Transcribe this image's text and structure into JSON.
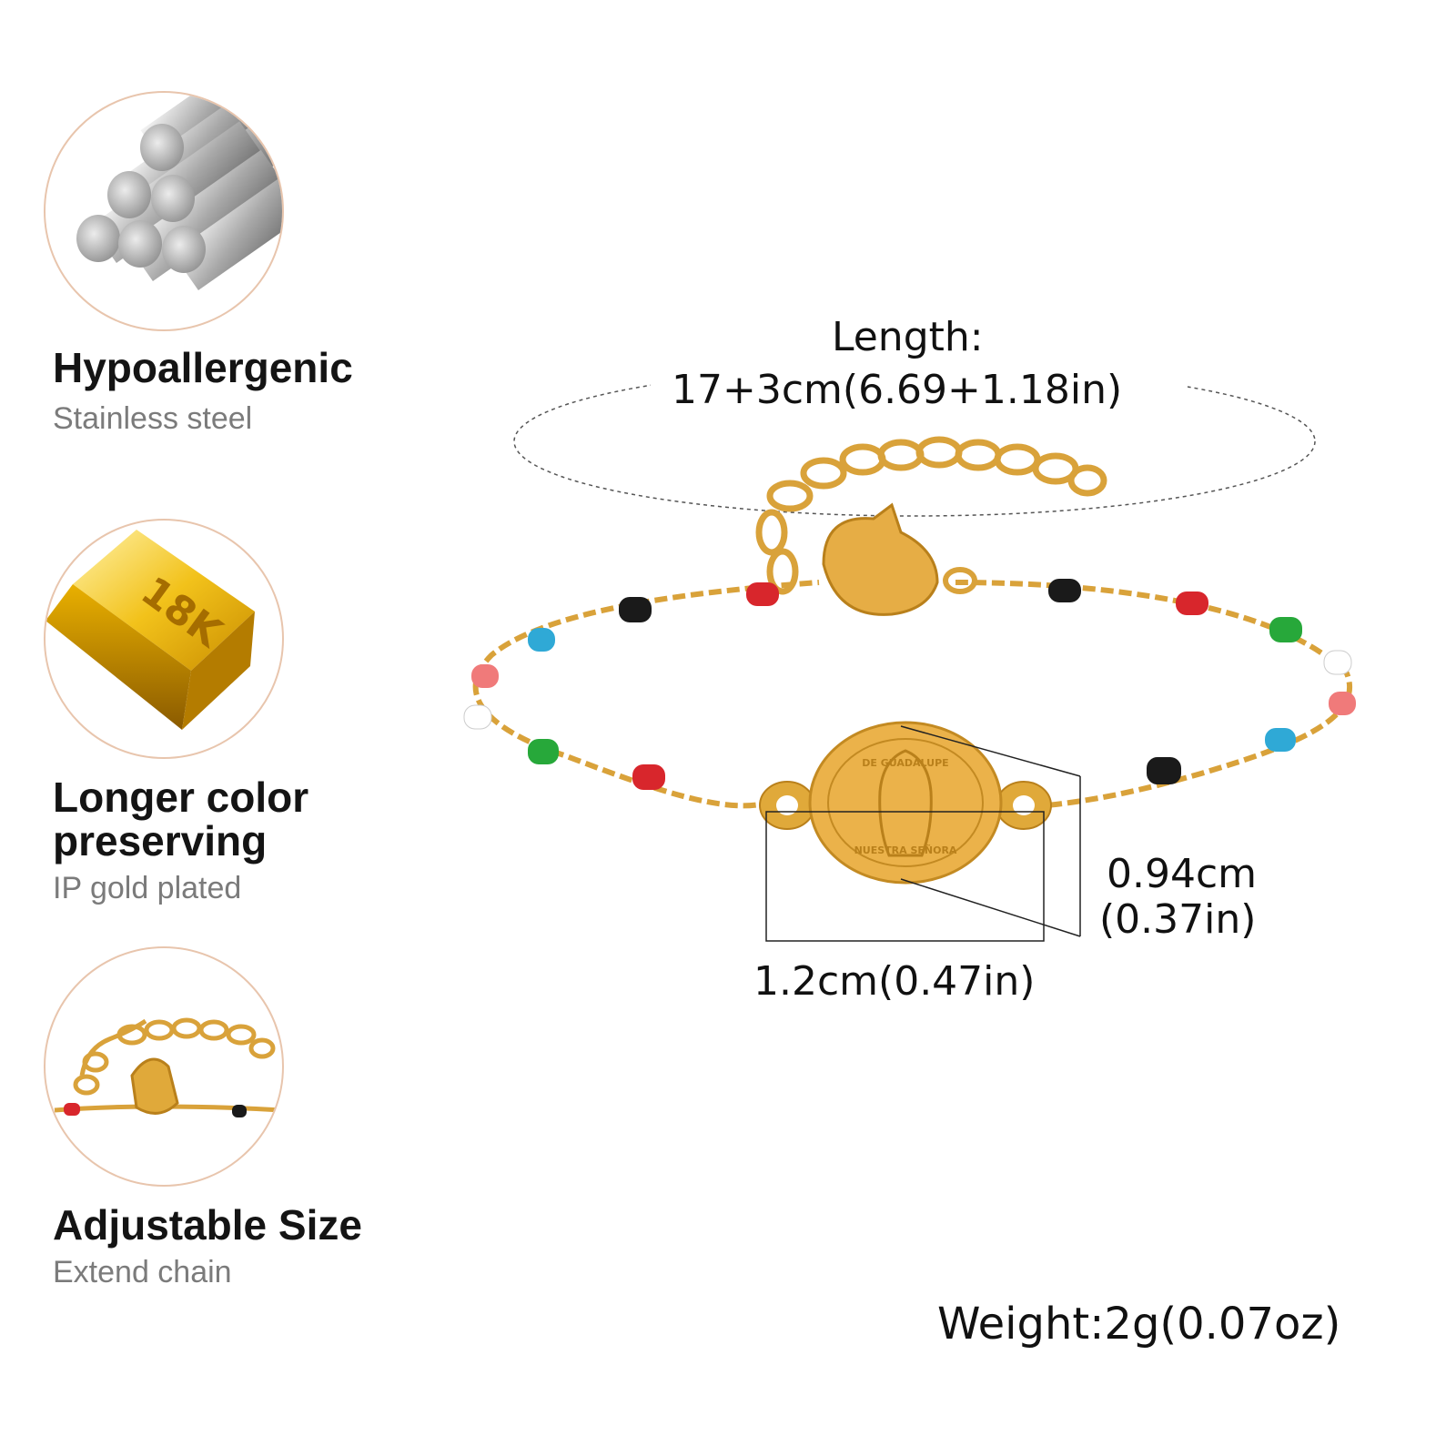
{
  "features": [
    {
      "title": "Hypoallergenic",
      "subtitle": "Stainless steel",
      "icon": "steel-rods-icon"
    },
    {
      "title": "Longer color preserving",
      "subtitle": "IP gold plated",
      "icon": "gold-bar-icon",
      "badge": "18K"
    },
    {
      "title": "Adjustable Size",
      "subtitle": "Extend chain",
      "icon": "extend-chain-icon"
    }
  ],
  "product": {
    "length_label": "Length:",
    "length_value": "17+3cm(6.69+1.18in)",
    "pendant_height": "0.94cm",
    "pendant_height_in": "(0.37in)",
    "pendant_width": "1.2cm(0.47in)",
    "weight": "Weight:2g(0.07oz)",
    "pendant_text_top": "DE GUADALUPE",
    "pendant_text_bottom": "NUESTRA SEÑORA"
  },
  "colors": {
    "circle_border": "#e8c5ad",
    "gold": "#e0a93a",
    "gold_dark": "#b9801b",
    "subtitle_gray": "#7b7b7b",
    "bead_colors": [
      "#d8262c",
      "#1a1a1a",
      "#2fa9d6",
      "#f07a7a",
      "#ffffff",
      "#27a83a"
    ]
  }
}
